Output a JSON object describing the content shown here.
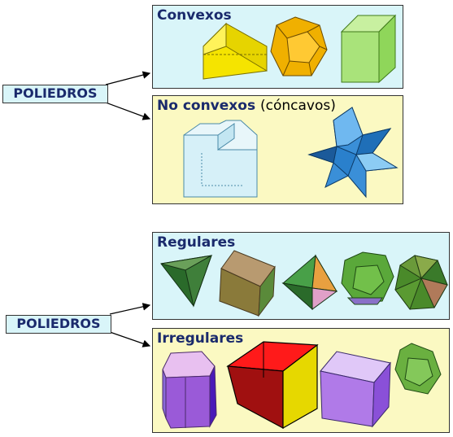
{
  "diagram1": {
    "root_label": "POLIEDROS",
    "convex": {
      "title": "Convexos"
    },
    "nonconvex": {
      "title": "No convexos",
      "subtitle": "(cóncavos)"
    }
  },
  "diagram2": {
    "root_label": "POLIEDROS",
    "regular": {
      "title": "Regulares"
    },
    "irregular": {
      "title": "Irregulares"
    }
  },
  "colors": {
    "convex_bg": "#d9f5f9",
    "nonconvex_bg": "#fbf9c2",
    "title_text": "#1a2a6c"
  }
}
